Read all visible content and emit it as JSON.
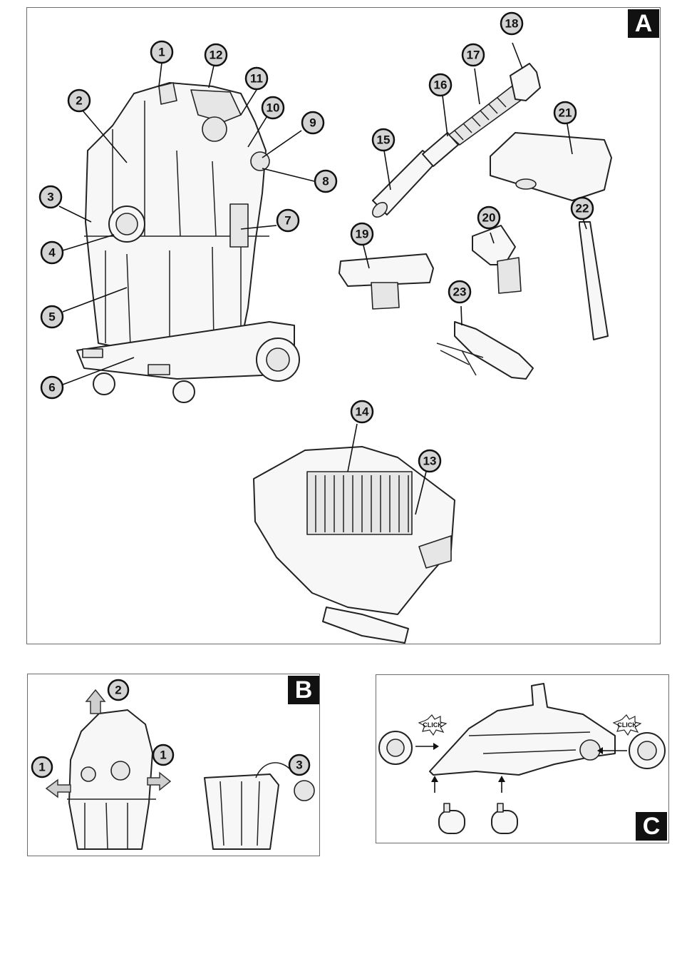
{
  "panels": {
    "a": {
      "letter": "A"
    },
    "b": {
      "letter": "B"
    },
    "c": {
      "letter": "C"
    }
  },
  "callouts_a": [
    "1",
    "2",
    "3",
    "4",
    "5",
    "6",
    "7",
    "8",
    "9",
    "10",
    "11",
    "12",
    "13",
    "14",
    "15",
    "16",
    "17",
    "18",
    "19",
    "20",
    "21",
    "22",
    "23"
  ],
  "callouts_b": [
    "1",
    "1",
    "2",
    "3"
  ],
  "click_label": "CLICK",
  "colors": {
    "callout_fill": "#d4d4d4",
    "letter_box": "#111111",
    "outline": "#222222"
  }
}
